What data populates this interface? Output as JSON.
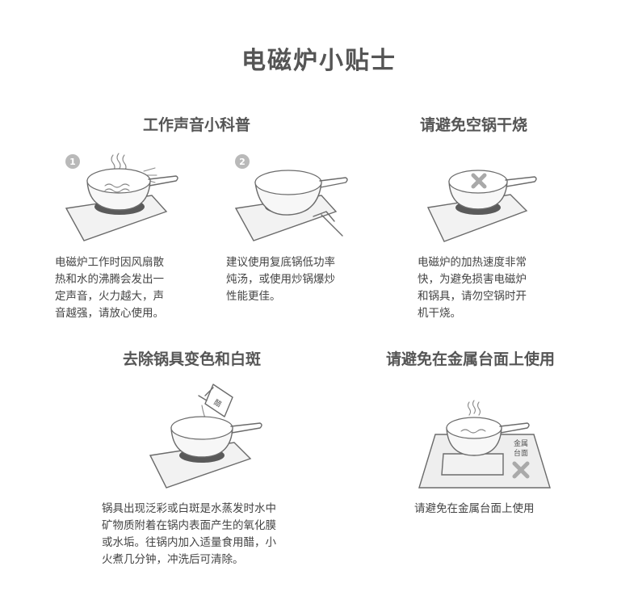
{
  "title": "电磁炉小贴士",
  "sections": {
    "sound": {
      "title": "工作声音小科普",
      "step1_number": "1",
      "step2_number": "2",
      "step1_desc": [
        "电磁炉工作时因风扇散",
        "热和水的沸腾会发出一",
        "定声音，火力越大，声",
        "音越强，请放心使用。"
      ],
      "step2_desc": [
        "建议使用复底锅低功率",
        "炖汤，或使用炒锅爆炒",
        "性能更佳。"
      ]
    },
    "dry_burn": {
      "title": "请避免空锅干烧",
      "desc": [
        "电磁炉的加热速度非常",
        "快，为避免损害电磁炉",
        "和锅具，请勿空锅时开",
        "机干烧。"
      ]
    },
    "stain": {
      "title": "去除锅具变色和白斑",
      "bottle_label": "醋",
      "desc": [
        "锅具出现泛彩或白斑是水蒸发时水中",
        "矿物质附着在锅内表面产生的氧化膜",
        "或水垢。往锅内加入适量食用醋，小",
        "火煮几分钟，冲洗后可清除。"
      ]
    },
    "metal": {
      "title": "请避免在金属台面上使用",
      "tag_line1": "金属",
      "tag_line2": "台面",
      "desc": [
        "请避免在金属台面上使用"
      ]
    }
  }
}
